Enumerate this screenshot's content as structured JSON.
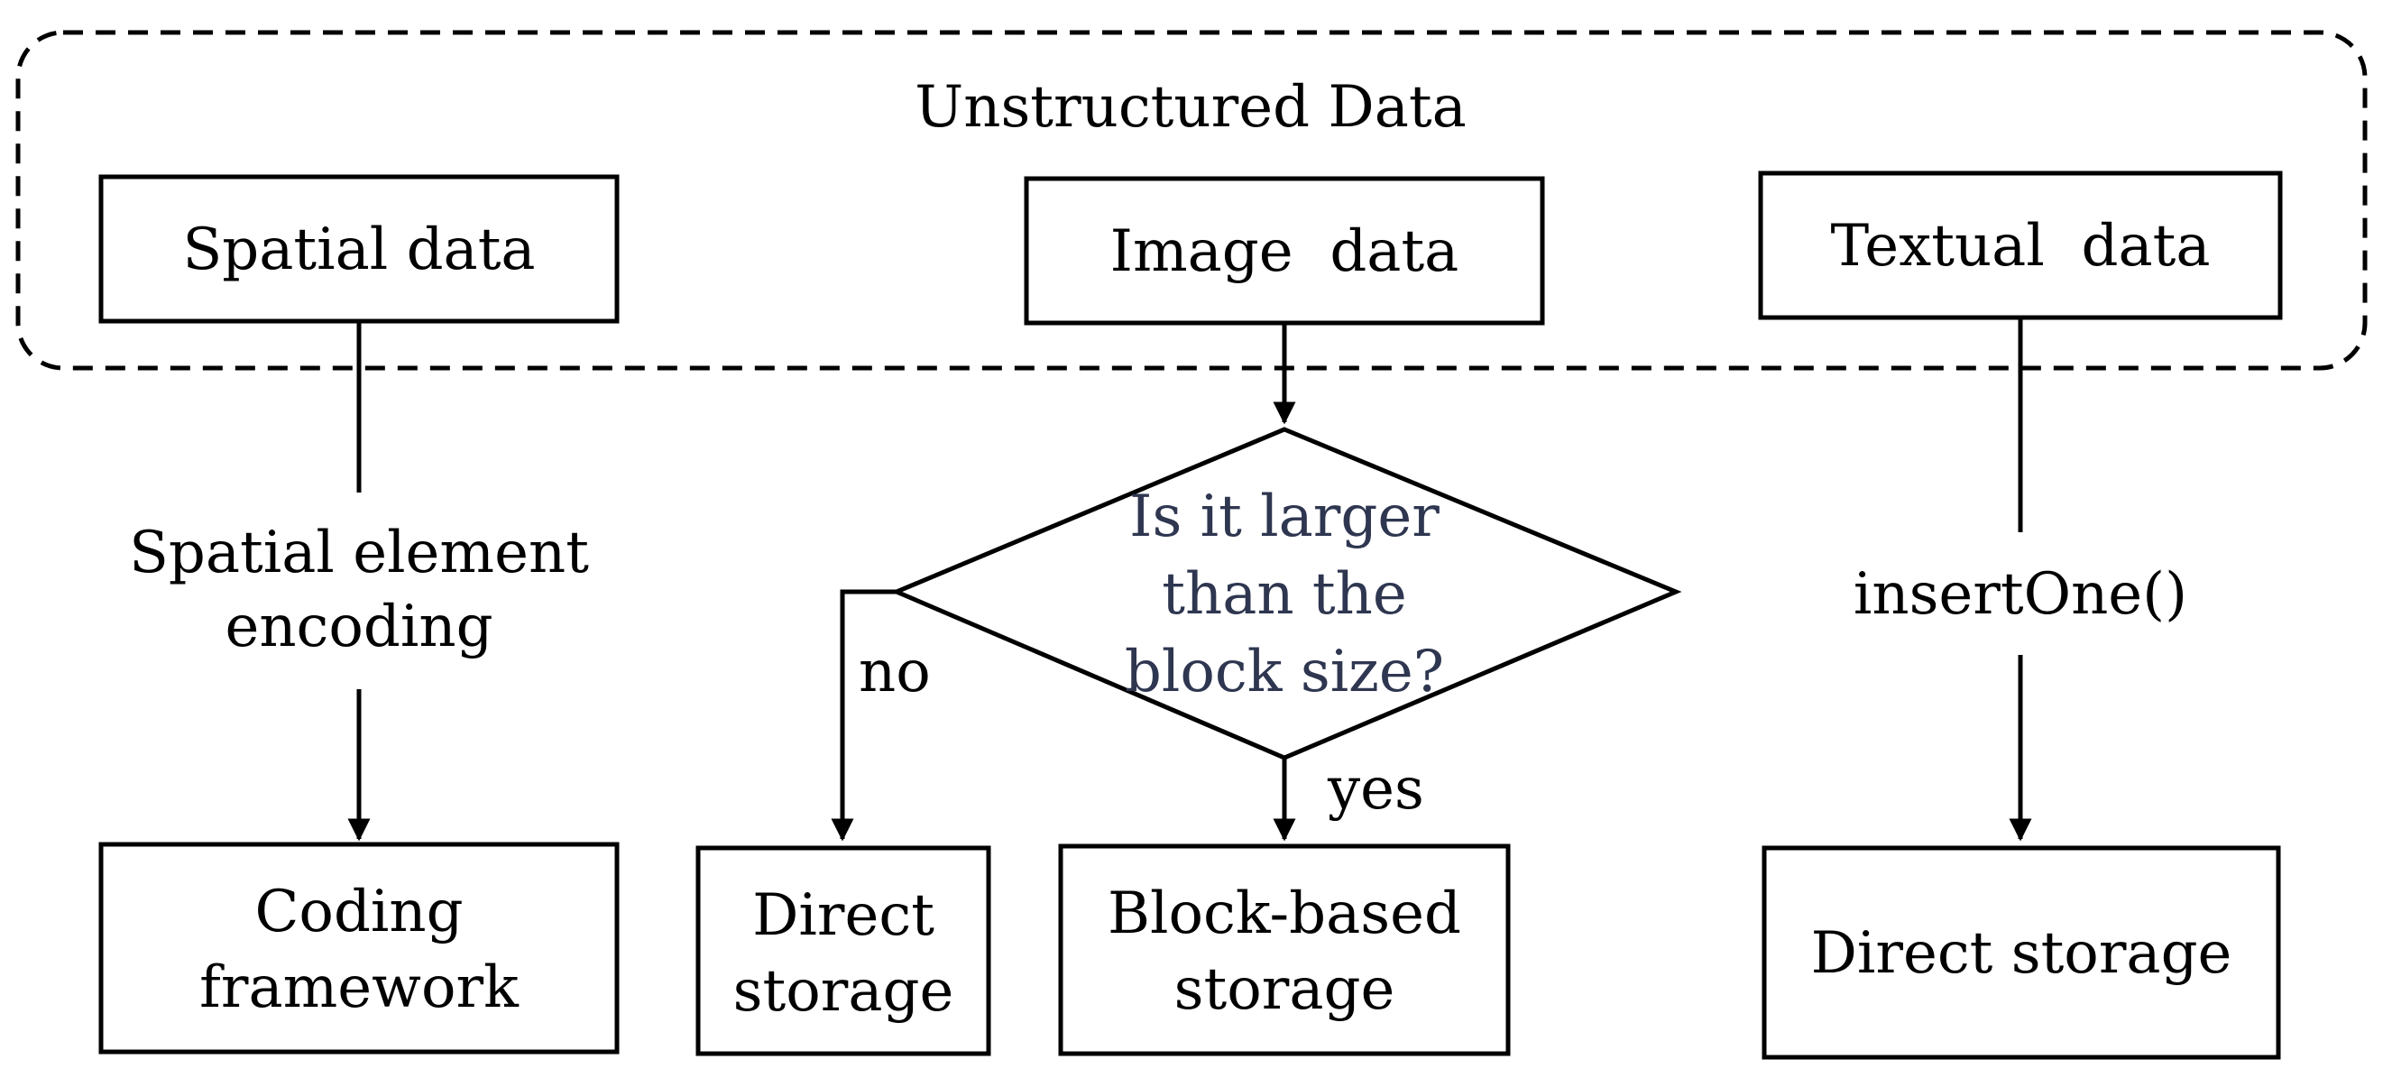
{
  "group_label": "Unstructured Data",
  "sources": {
    "spatial": "Spatial data",
    "image": "Image  data",
    "textual": "Textual  data"
  },
  "labels": {
    "spatial_encoding": [
      "Spatial element",
      "encoding"
    ],
    "insert": "insertOne()",
    "no": "no",
    "yes": "yes"
  },
  "decision": {
    "question": [
      "Is it larger",
      "than the",
      "block size?"
    ]
  },
  "outputs": {
    "coding": [
      "Coding",
      "framework"
    ],
    "direct_image": [
      "Direct",
      "storage"
    ],
    "block": [
      "Block-based",
      "storage"
    ],
    "direct_text": "Direct storage"
  },
  "colors": {
    "stroke": "#000000",
    "question_text": "#2e3650"
  }
}
